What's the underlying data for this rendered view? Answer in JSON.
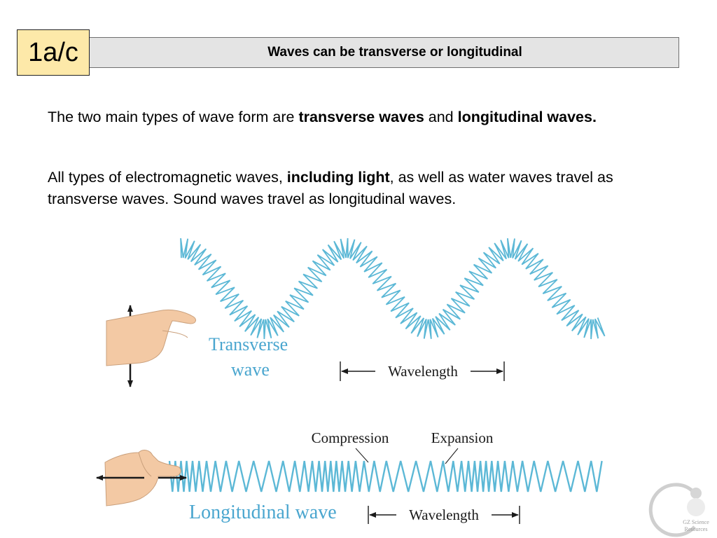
{
  "slide": {
    "code": "1a/c",
    "title": "Waves can be transverse or longitudinal"
  },
  "paragraph1": {
    "t1": "The two main types of wave form are ",
    "b1": "transverse waves",
    "t2": " and ",
    "b2": "longitudinal waves."
  },
  "paragraph2": {
    "t1": "All types of electromagnetic waves, ",
    "b1": "including light",
    "t2": ", as well as water waves travel as transverse waves. Sound waves travel as longitudinal waves."
  },
  "diagram": {
    "transverse_label_line1": "Transverse",
    "transverse_label_line2": "wave",
    "wavelength_label_top": "Wavelength",
    "compression_label": "Compression",
    "expansion_label": "Expansion",
    "longitudinal_label": "Longitudinal wave",
    "wavelength_label_bottom": "Wavelength"
  },
  "logo": {
    "line1": "GZ Science",
    "line2": "Resources"
  },
  "colors": {
    "spring": "#5cb8d6",
    "label_blue": "#4aa6cf",
    "code_box_fill": "#fde9a9",
    "title_bar_fill": "#e4e4e4",
    "hand_skin": "#f3c9a4"
  }
}
